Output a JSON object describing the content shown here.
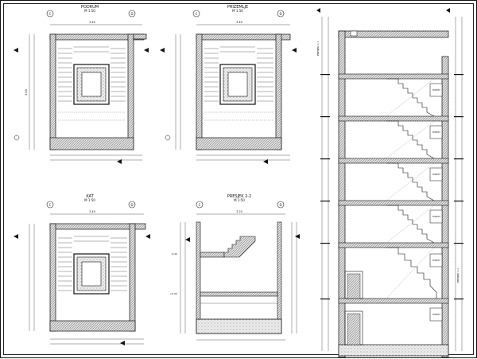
{
  "drawing": {
    "views": {
      "plan_a": {
        "title": "PODRUM",
        "scale": "M 1:50"
      },
      "plan_b": {
        "title": "PRIZEMLJE",
        "scale": "M 1:50"
      },
      "plan_c": {
        "title": "KAT",
        "scale": "M 1:50"
      },
      "section_small": {
        "title": "PRESJEK 2-2",
        "scale": "M 1:50"
      },
      "section_tall": {
        "title": "PRESJEK 1-1"
      }
    },
    "axis_marks": [
      "C",
      "C",
      "C",
      "D",
      "D",
      "D",
      "C",
      "D"
    ],
    "dims": {
      "overall_width": "3.40",
      "overall_height": "3.60",
      "section_width": "3.20"
    },
    "small_labels": [
      "PODEST",
      "GAZ",
      "+0.00",
      "-0.40",
      "+2.80",
      "+5.60"
    ]
  }
}
